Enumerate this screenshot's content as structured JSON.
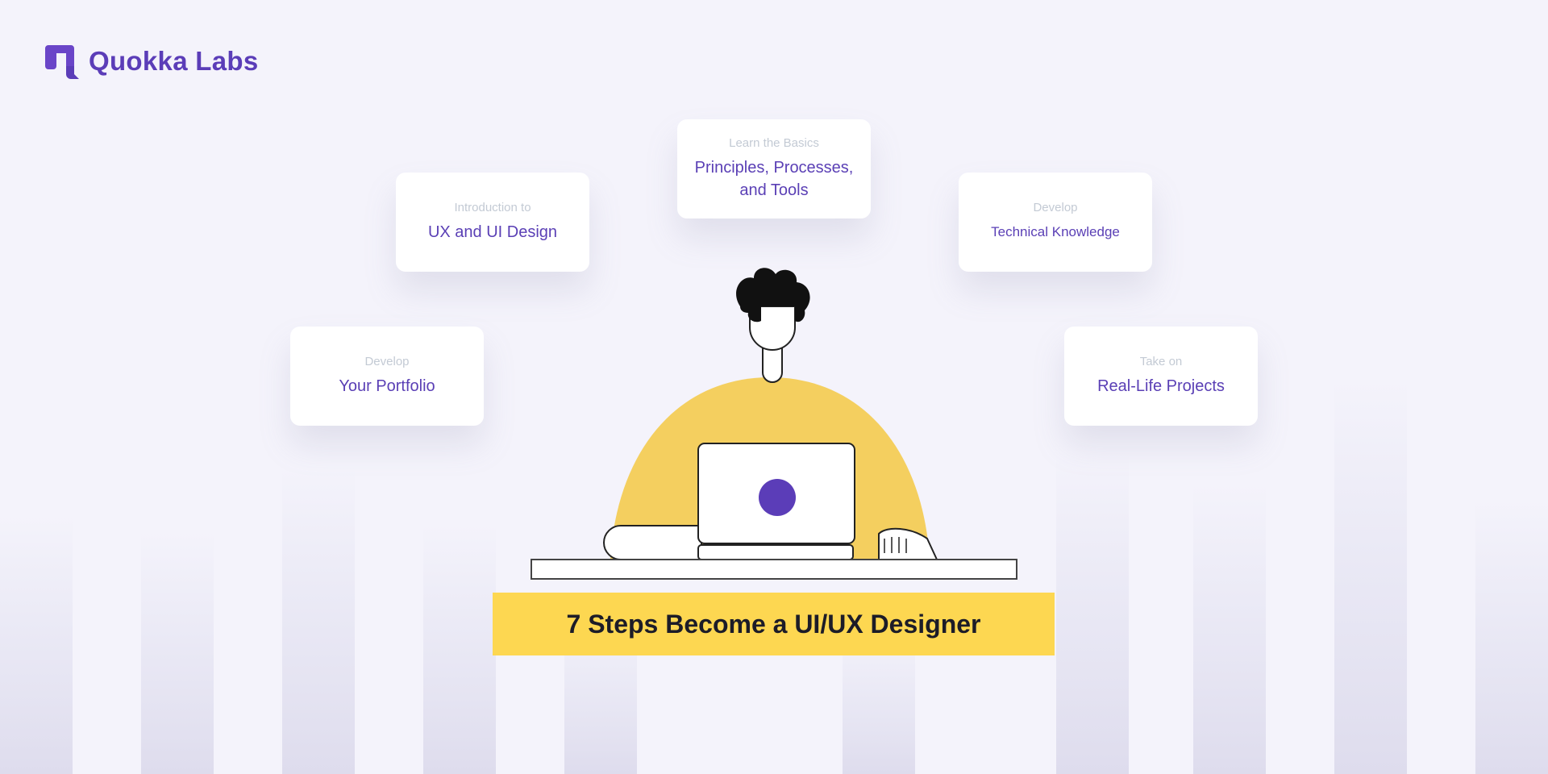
{
  "brand": {
    "name": "Quokka Labs",
    "accent": "#5b3db8"
  },
  "cards": [
    {
      "label": "Introduction to",
      "title": "UX and UI Design"
    },
    {
      "label": "Learn the Basics",
      "title": "Principles, Processes, and Tools"
    },
    {
      "label": "Develop",
      "title": "Technical Knowledge"
    },
    {
      "label": "Develop",
      "title": "Your Portfolio"
    },
    {
      "label": "Take on",
      "title": "Real-Life Projects"
    }
  ],
  "banner": {
    "title": "7 Steps Become a UI/UX Designer",
    "color": "#fdd751"
  }
}
